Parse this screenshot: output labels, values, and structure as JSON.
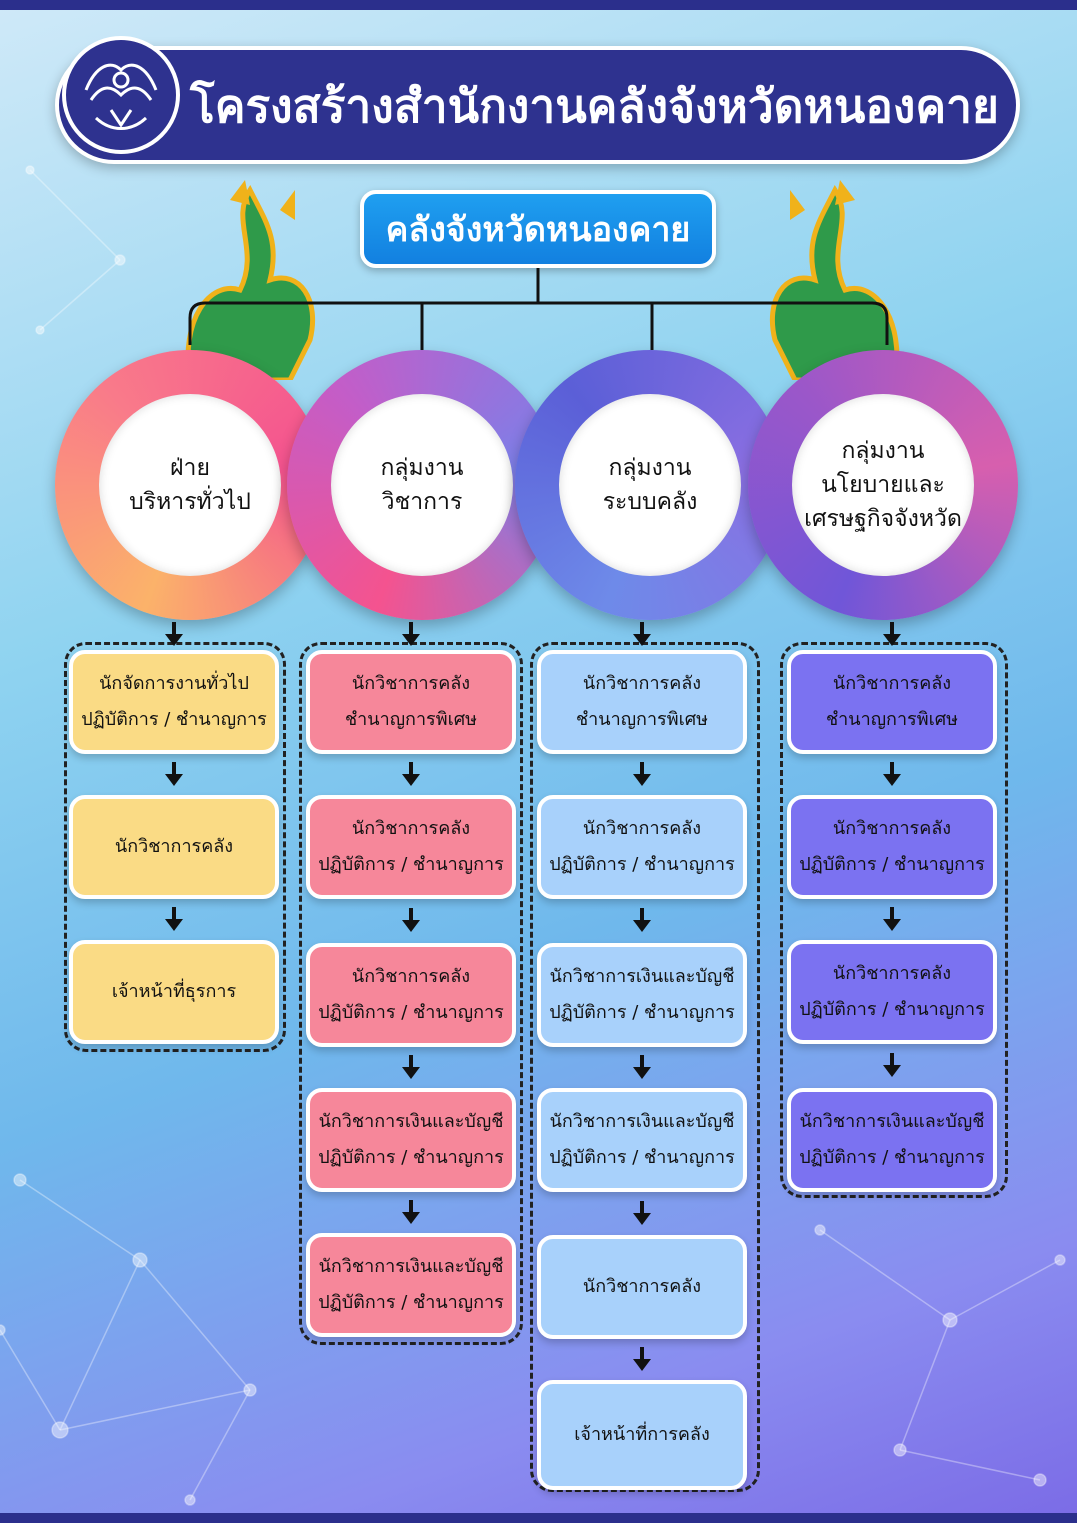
{
  "header": {
    "title": "โครงสร้างสำนักงานคลังจังหวัดหนองคาย",
    "logo_icon": "garuda-emblem-icon"
  },
  "top": {
    "label": "คลังจังหวัดหนองคาย"
  },
  "decor": {
    "left_icon": "naga-serpent-icon",
    "right_icon": "naga-serpent-icon"
  },
  "colors": {
    "header": "#2e328f",
    "top_box": "#1280e0",
    "yellow": "#fadb85",
    "pink": "#f6879a",
    "blue": "#a8d1fb",
    "purple": "#7b72f1"
  },
  "divisions": [
    {
      "label": "ฝ่าย\nบริหารทั่วไป",
      "cards": [
        "นักจัดการงานทั่วไป\nปฏิบัติการ / ชำนาญการ",
        "นักวิชาการคลัง",
        "เจ้าหน้าที่ธุรการ"
      ]
    },
    {
      "label": "กลุ่มงาน\nวิชาการ",
      "cards": [
        "นักวิชาการคลัง\nชำนาญการพิเศษ",
        "นักวิชาการคลัง\nปฏิบัติการ / ชำนาญการ",
        "นักวิชาการคลัง\nปฏิบัติการ / ชำนาญการ",
        "นักวิชาการเงินและบัญชี\nปฏิบัติการ / ชำนาญการ",
        "นักวิชาการเงินและบัญชี\nปฏิบัติการ / ชำนาญการ"
      ]
    },
    {
      "label": "กลุ่มงาน\nระบบคลัง",
      "cards": [
        "นักวิชาการคลัง\nชำนาญการพิเศษ",
        "นักวิชาการคลัง\nปฏิบัติการ / ชำนาญการ",
        "นักวิชาการเงินและบัญชี\nปฏิบัติการ / ชำนาญการ",
        "นักวิชาการเงินและบัญชี\nปฏิบัติการ / ชำนาญการ",
        "นักวิชาการคลัง",
        "เจ้าหน้าที่การคลัง"
      ]
    },
    {
      "label": "กลุ่มงาน\nนโยบายและ\nเศรษฐกิจจังหวัด",
      "cards": [
        "นักวิชาการคลัง\nชำนาญการพิเศษ",
        "นักวิชาการคลัง\nปฏิบัติการ / ชำนาญการ",
        "นักวิชาการคลัง\nปฏิบัติการ / ชำนาญการ",
        "นักวิชาการเงินและบัญชี\nปฏิบัติการ / ชำนาญการ"
      ]
    }
  ]
}
